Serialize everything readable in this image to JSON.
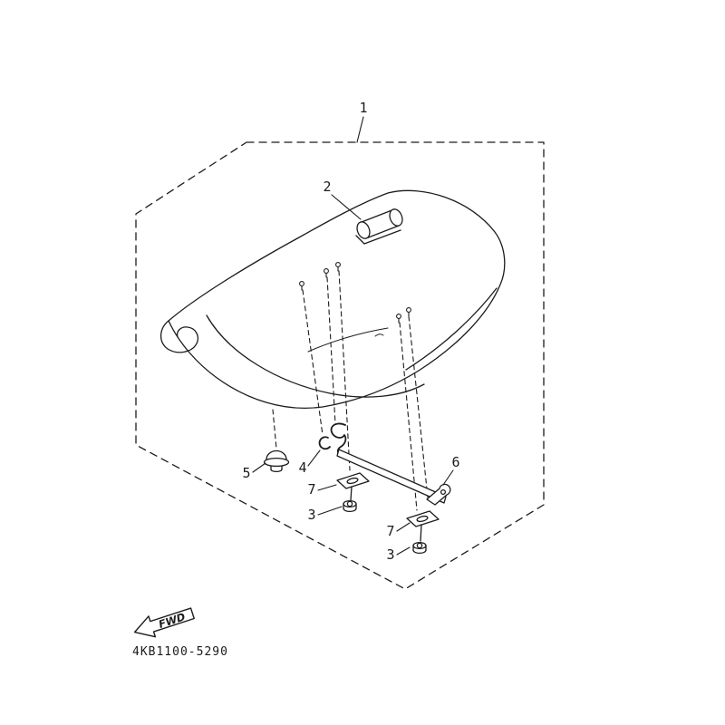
{
  "diagram": {
    "part_number": "4KB1100-5290",
    "fwd_label": "FWD",
    "callouts": {
      "c1": "1",
      "c2": "2",
      "c3_left": "3",
      "c3_right": "3",
      "c4": "4",
      "c5": "5",
      "c6": "6",
      "c7_left": "7",
      "c7_right": "7"
    }
  }
}
